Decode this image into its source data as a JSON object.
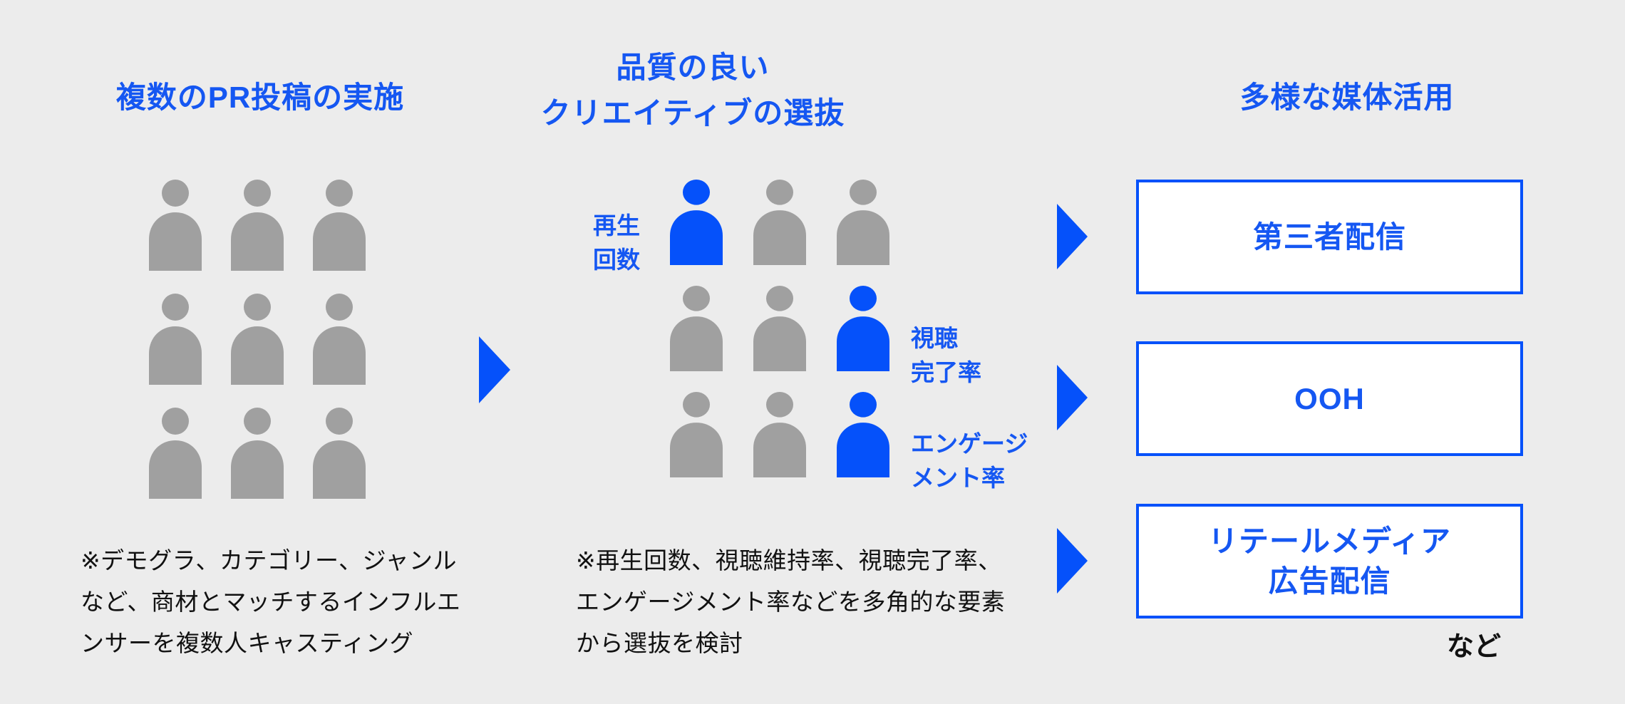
{
  "colors": {
    "background": "#ececec",
    "accent_text": "#1557f2",
    "accent_shape": "#0551fa",
    "person_gray": "#a0a0a0",
    "box_fill": "#ffffff",
    "footnote_text": "#111111"
  },
  "sections": {
    "left": {
      "title": "複数のPR投稿の実施",
      "grid": [
        [
          "gray",
          "gray",
          "gray"
        ],
        [
          "gray",
          "gray",
          "gray"
        ],
        [
          "gray",
          "gray",
          "gray"
        ]
      ],
      "footnote": "※デモグラ、カテゴリー、ジャンル\nなど、商材とマッチするインフルエ\nンサーを複数人キャスティング"
    },
    "middle": {
      "title": "品質の良い\nクリエイティブの選抜",
      "grid": [
        [
          "blue",
          "gray",
          "gray"
        ],
        [
          "gray",
          "gray",
          "blue"
        ],
        [
          "gray",
          "gray",
          "blue"
        ]
      ],
      "metric_labels": [
        {
          "text": "再生\n回数"
        },
        {
          "text": "視聴\n完了率"
        },
        {
          "text": "エンゲージ\nメント率"
        }
      ],
      "footnote": "※再生回数、視聴維持率、視聴完了率、\nエンゲージメント率などを多角的な要素\nから選抜を検討"
    },
    "right": {
      "title": "多様な媒体活用",
      "boxes": [
        {
          "label": "第三者配信"
        },
        {
          "label": "OOH"
        },
        {
          "label": "リテールメディア\n広告配信"
        }
      ],
      "etc_note": "など"
    }
  }
}
